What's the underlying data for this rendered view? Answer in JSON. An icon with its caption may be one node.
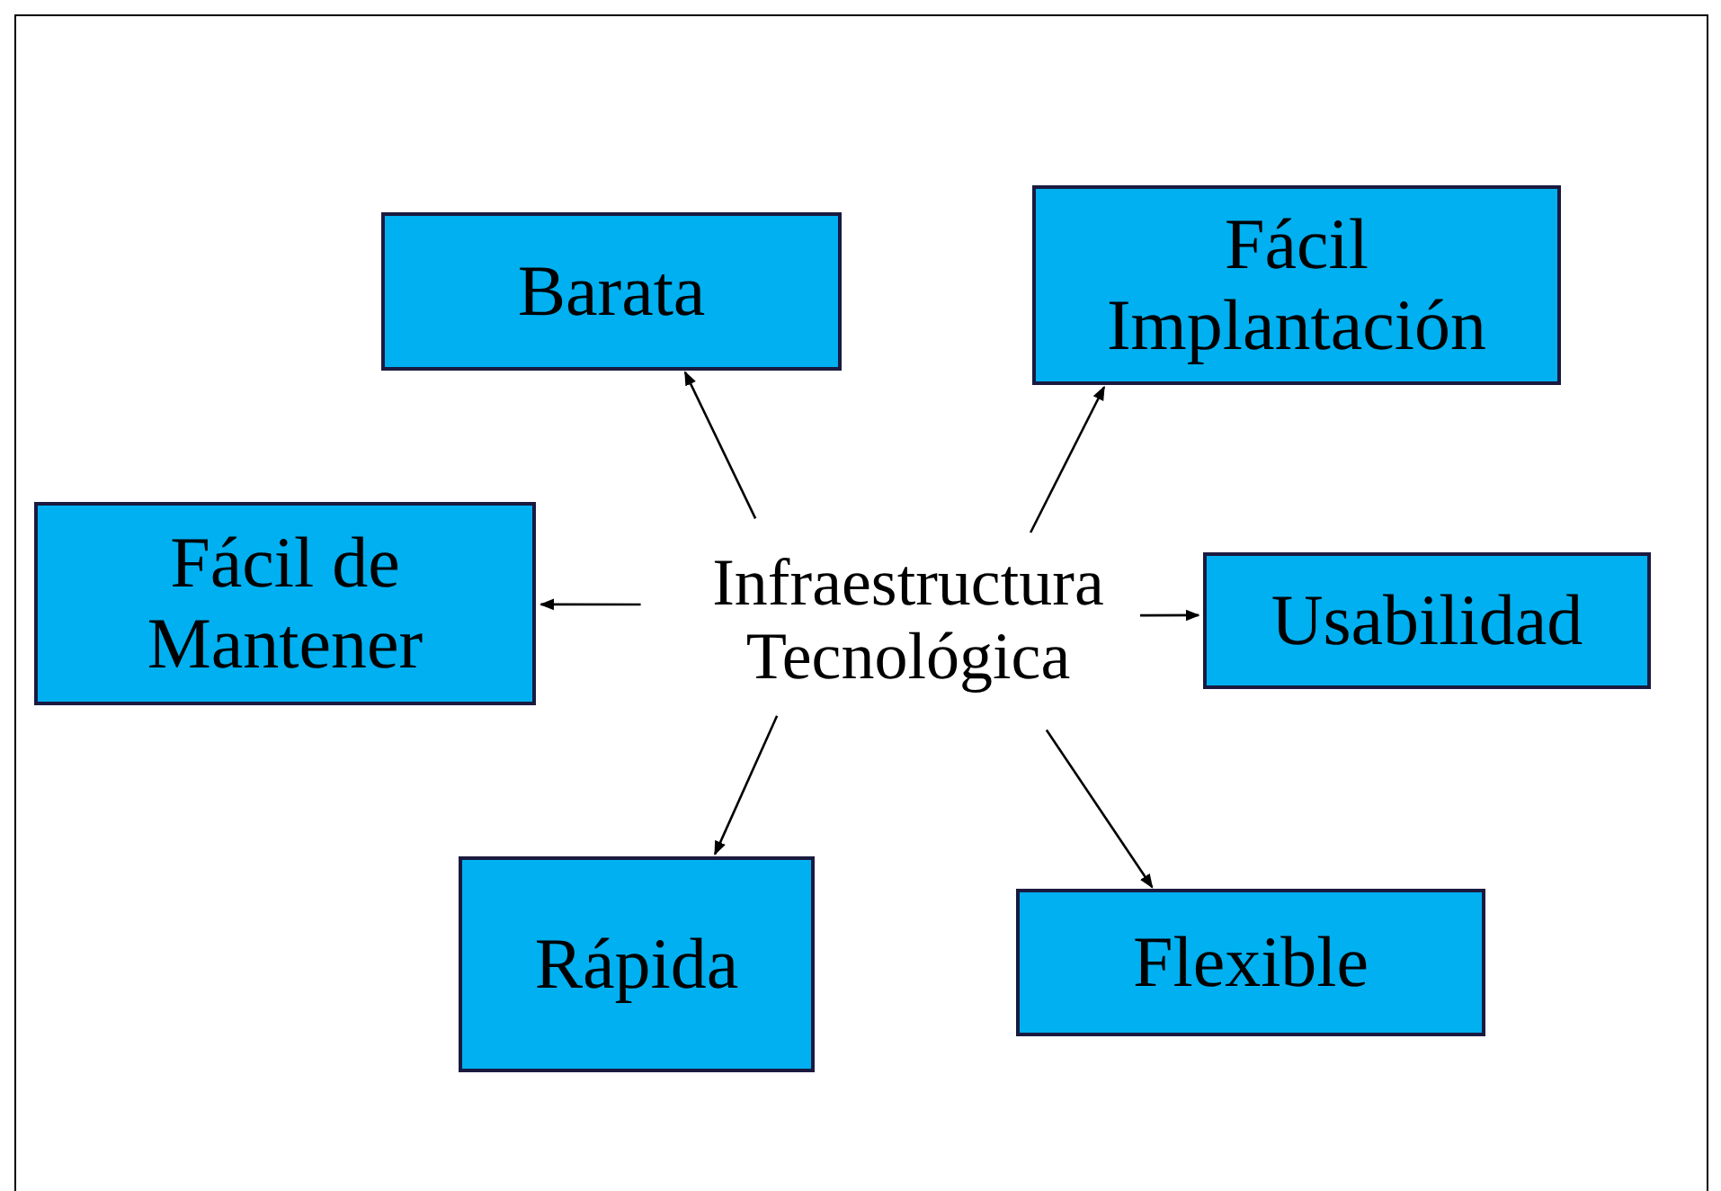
{
  "diagram": {
    "nodes": [
      {
        "text": [
          "Infraestructura Tecnológica"
        ]
      },
      {
        "text": [
          "Barata"
        ]
      },
      {
        "text": [
          "Fácil Implantación"
        ]
      },
      {
        "text": [
          "Fácil de Mantener"
        ]
      },
      {
        "text": [
          "Usabilidad"
        ]
      },
      {
        "text": [
          "Rápida"
        ]
      },
      {
        "text": [
          "Flexible"
        ]
      }
    ],
    "edges": [
      {
        "from": 0,
        "to": 1,
        "arrow": "to"
      },
      {
        "from": 0,
        "to": 2,
        "arrow": "to"
      },
      {
        "from": 0,
        "to": 3,
        "arrow": "to"
      },
      {
        "from": 0,
        "to": 4,
        "arrow": "to"
      },
      {
        "from": 0,
        "to": 5,
        "arrow": "to"
      },
      {
        "from": 0,
        "to": 6,
        "arrow": "to"
      }
    ]
  }
}
